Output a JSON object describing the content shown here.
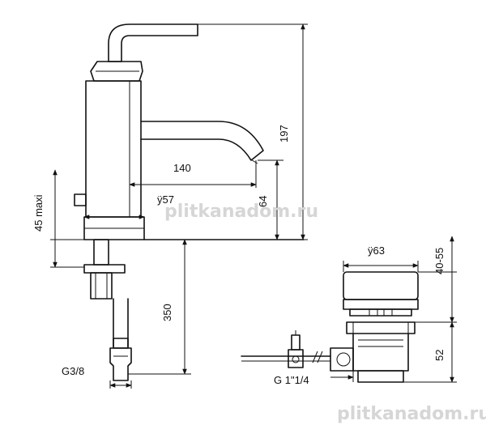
{
  "dimensions": {
    "spout_reach": "140",
    "body_diameter": "ÿ57",
    "spout_height": "64",
    "total_height": "197",
    "deck_thickness": "45 maxi",
    "hose_length": "350",
    "inlet_thread": "G3/8",
    "waste_diameter": "ÿ63",
    "waste_head_height": "40-55",
    "waste_body_height": "52",
    "waste_thread": "G 1\"1/4"
  },
  "watermarks": {
    "middle": "plitkanadom.ru",
    "bottom": "plitkanadom.ru"
  }
}
